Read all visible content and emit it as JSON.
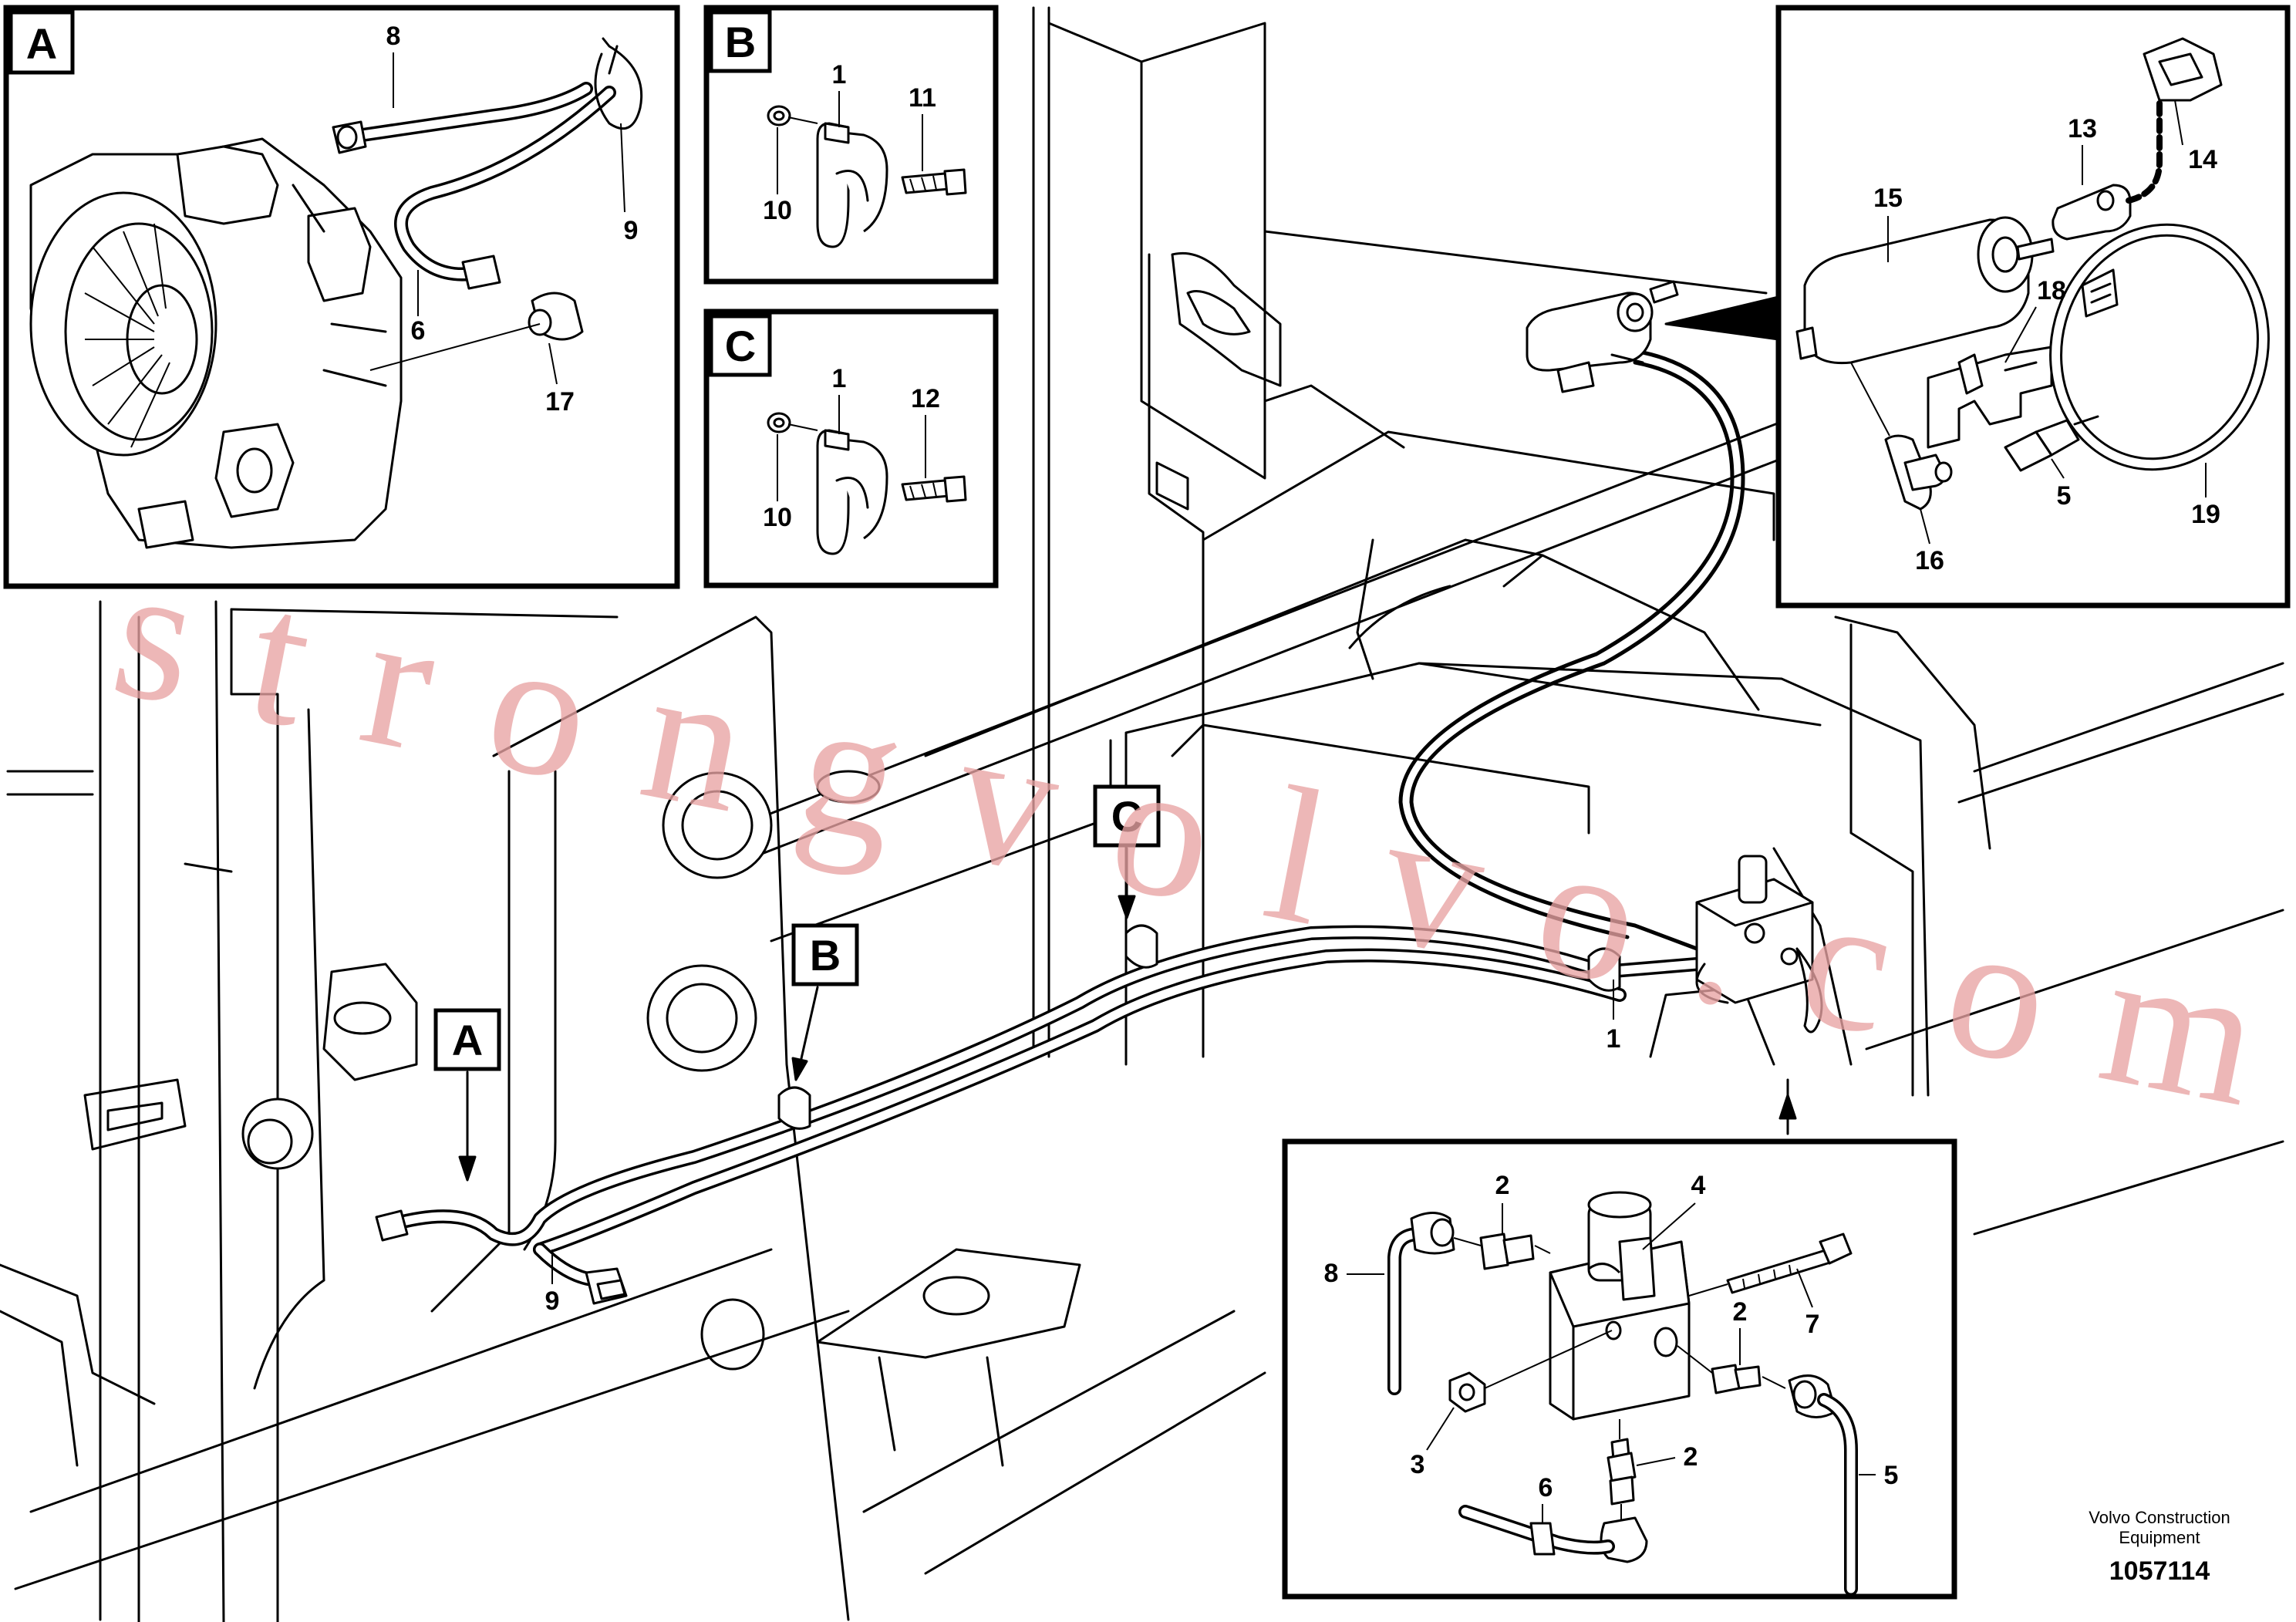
{
  "watermark": "strongvolvo.com",
  "footer": {
    "brand_line1": "Volvo Construction",
    "brand_line2": "Equipment",
    "figure_number": "1057114"
  },
  "detail_panels": {
    "A": {
      "tag": "A",
      "callouts": {
        "c8": "8",
        "c9": "9",
        "c6": "6",
        "c17": "17"
      }
    },
    "B": {
      "tag": "B",
      "callouts": {
        "c1": "1",
        "c11": "11",
        "c10": "10"
      }
    },
    "C": {
      "tag": "C",
      "callouts": {
        "c1": "1",
        "c12": "12",
        "c10": "10"
      }
    },
    "top_right": {
      "callouts": {
        "c13": "13",
        "c14": "14",
        "c15": "15",
        "c18": "18",
        "c5": "5",
        "c16": "16",
        "c19": "19"
      }
    },
    "bottom_right": {
      "callouts": {
        "c2a": "2",
        "c4": "4",
        "c8": "8",
        "c7": "7",
        "c2b": "2",
        "c3": "3",
        "c6": "6",
        "c2c": "2",
        "c5": "5"
      }
    }
  },
  "main_view": {
    "tags": {
      "A": "A",
      "B": "B",
      "C": "C"
    },
    "callouts": {
      "c9": "9",
      "c1": "1"
    }
  },
  "colors": {
    "watermark": "#e8a3a3",
    "ink": "#000000",
    "paper": "#ffffff"
  }
}
